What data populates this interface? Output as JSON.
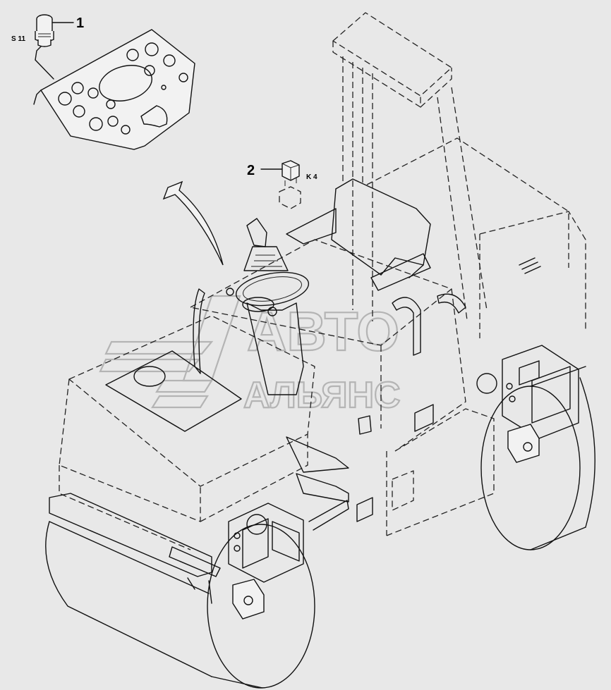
{
  "diagram": {
    "title": "",
    "callouts": [
      {
        "number": "1",
        "part_code": "S 11",
        "part": "push-button switch"
      },
      {
        "number": "2",
        "part_code": "K 4",
        "part": "relay"
      }
    ]
  },
  "watermark": {
    "line1": "АВТО",
    "line2": "АЛЬЯНС"
  },
  "colors": {
    "background": "#e8e8e8",
    "line": "#111111",
    "watermark": "#b4b4b4"
  }
}
